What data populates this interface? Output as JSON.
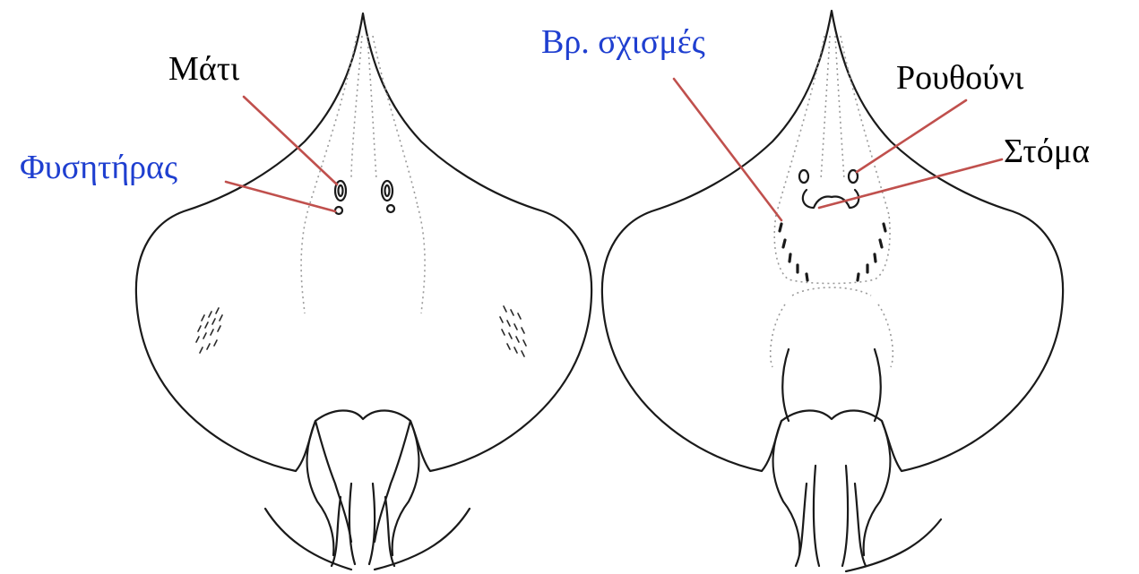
{
  "labels": {
    "left_ray_dorsal": {
      "eye": "Μάτι",
      "spiracle": "Φυσητήρας"
    },
    "right_ray_ventral": {
      "gill_slits": "Βρ. σχισμές",
      "nostril": "Ρουθούνι",
      "mouth": "Στόμα"
    }
  },
  "colors": {
    "label_black": "#000000",
    "label_blue": "#1f3fd0",
    "pointer_line": "#c0504d",
    "outline": "#1a1a1a",
    "dotted_lines": "#9a9a9a"
  }
}
